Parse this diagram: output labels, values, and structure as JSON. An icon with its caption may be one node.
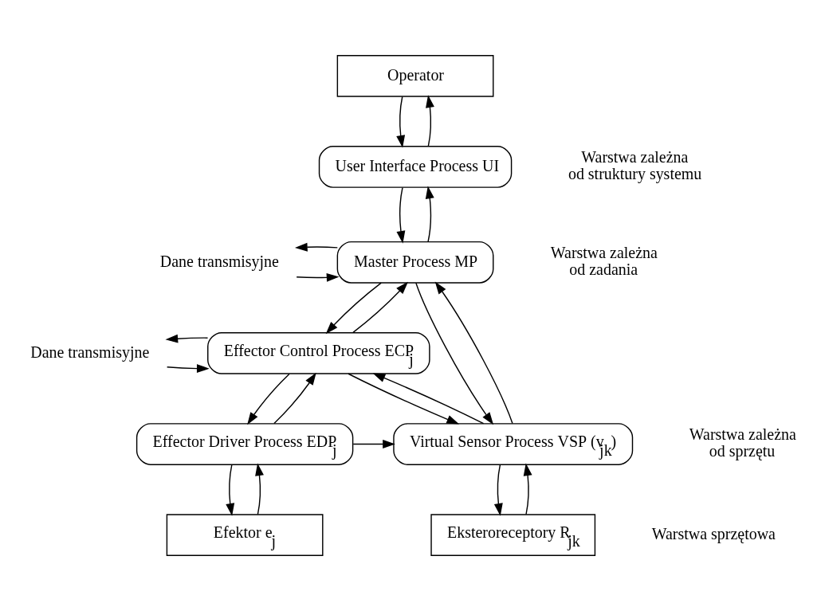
{
  "diagram": {
    "nodes": [
      {
        "text": [
          "Operator"
        ]
      },
      {
        "text": [
          "User Interface Process UI"
        ]
      },
      {
        "text": [
          "Master Process MP"
        ]
      },
      {
        "text": [
          "Effector Control Process ECP$_{j}$"
        ]
      },
      {
        "text": [
          "Effector Driver Process EDP$_{j}$"
        ]
      },
      {
        "text": [
          "Virtual Sensor Process VSP (v$_{jk}$)"
        ]
      },
      {
        "text": [
          "Efektor e$_{j}$"
        ]
      },
      {
        "text": [
          "Eksteroreceptory R$_{jk}$"
        ]
      },
      {
        "text": [
          "Dane transmisyjne"
        ]
      },
      {
        "text": [
          "Dane transmisyjne"
        ]
      }
    ],
    "edges": [
      {
        "from": 0,
        "to": 1,
        "arrow": "to"
      },
      {
        "from": 1,
        "to": 0,
        "arrow": "to"
      },
      {
        "from": 1,
        "to": 2,
        "arrow": "to"
      },
      {
        "from": 2,
        "to": 1,
        "arrow": "to"
      },
      {
        "from": 8,
        "to": 2,
        "arrow": "to"
      },
      {
        "from": 2,
        "to": 8,
        "arrow": "to"
      },
      {
        "from": 2,
        "to": 3,
        "arrow": "to"
      },
      {
        "from": 3,
        "to": 2,
        "arrow": "to"
      },
      {
        "from": 2,
        "to": 5,
        "arrow": "to"
      },
      {
        "from": 5,
        "to": 2,
        "arrow": "to"
      },
      {
        "from": 9,
        "to": 3,
        "arrow": "to"
      },
      {
        "from": 3,
        "to": 9,
        "arrow": "to"
      },
      {
        "from": 3,
        "to": 5,
        "arrow": "to"
      },
      {
        "from": 5,
        "to": 3,
        "arrow": "to"
      },
      {
        "from": 3,
        "to": 4,
        "arrow": "to"
      },
      {
        "from": 4,
        "to": 3,
        "arrow": "to"
      },
      {
        "from": 4,
        "to": 5,
        "arrow": "to"
      },
      {
        "from": 4,
        "to": 6,
        "arrow": "to"
      },
      {
        "from": 6,
        "to": 4,
        "arrow": "to"
      },
      {
        "from": 5,
        "to": 7,
        "arrow": "to"
      },
      {
        "from": 7,
        "to": 5,
        "arrow": "to"
      }
    ],
    "labels": [
      "Warstwa zależna od struktury systemu",
      "Warstwa zależna od zadania",
      "Warstwa zależna od sprzętu",
      "Warstwa sprzętowa"
    ]
  }
}
